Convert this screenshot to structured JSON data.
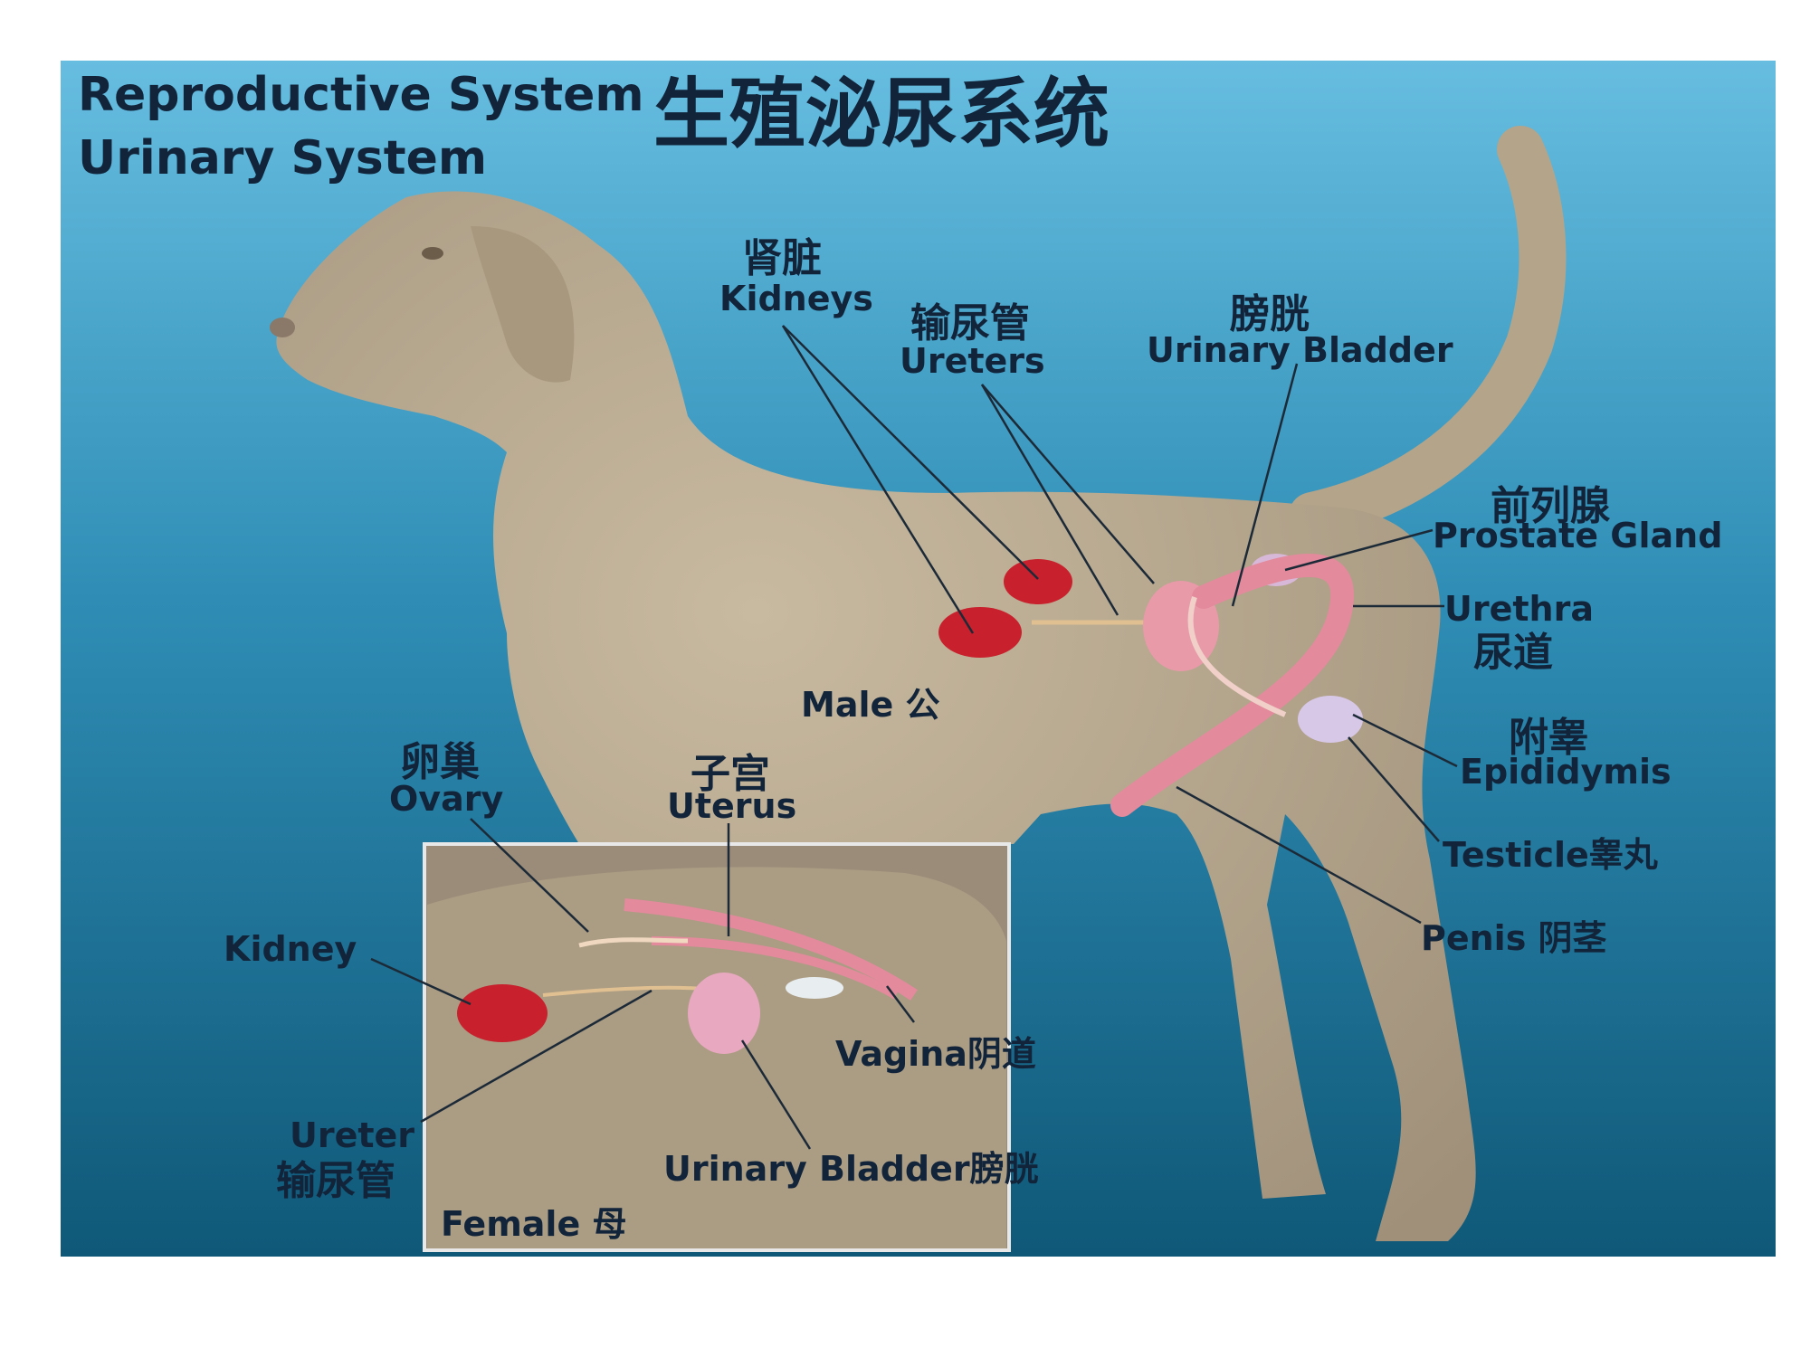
{
  "title": {
    "line1": "Reproductive System",
    "line2": "Urinary System",
    "chinese": "生殖泌尿系统"
  },
  "male": {
    "label": "Male 公",
    "kidneys": {
      "zh": "肾脏",
      "en": "Kidneys"
    },
    "ureters": {
      "zh": "输尿管",
      "en": "Ureters"
    },
    "bladder": {
      "zh": "膀胱",
      "en": "Urinary Bladder"
    },
    "prostate": {
      "zh": "前列腺",
      "en": "Prostate Gland"
    },
    "urethra": {
      "zh": "尿道",
      "en": "Urethra"
    },
    "epididymis": {
      "zh": "附睾",
      "en": "Epididymis"
    },
    "testicle": "Testicle睾丸",
    "penis": "Penis 阴茎"
  },
  "female": {
    "label": "Female 母",
    "ovary": {
      "zh": "卵巢",
      "en": "Ovary"
    },
    "uterus": {
      "zh": "子宫",
      "en": "Uterus"
    },
    "kidney": "Kidney",
    "vagina": "Vagina阴道",
    "ureter": {
      "en": "Ureter",
      "zh": "输尿管"
    },
    "bladder": "Urinary Bladder膀胱"
  },
  "colors": {
    "background_top": "#5fb6d9",
    "background_bottom": "#0f5878",
    "dog": "#b3a48a",
    "kidney": "#c8202c",
    "organ": "#e89aa8"
  }
}
